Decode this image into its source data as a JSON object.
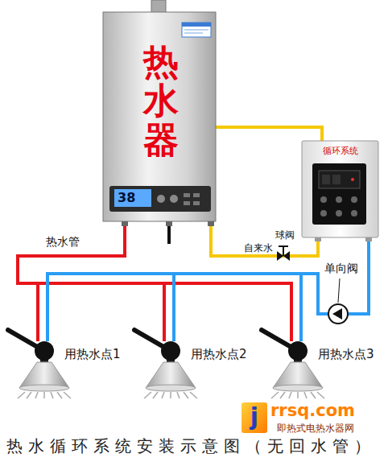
{
  "diagram": {
    "caption": "热水循环系统安装示意图（无回水管）",
    "nodes": [
      {
        "text": [
          "热水器"
        ]
      },
      {
        "text": [
          "循环系统"
        ]
      },
      {
        "text": [
          "用热水点1"
        ]
      },
      {
        "text": [
          "用热水点2"
        ]
      },
      {
        "text": [
          "用热水点3"
        ]
      }
    ],
    "edges": [
      {
        "from": 0,
        "to": 1,
        "arrow": "none"
      },
      {
        "from": 0,
        "to": 1,
        "arrow": "none"
      },
      {
        "from": 0,
        "to": 2,
        "arrow": "none"
      },
      {
        "from": 0,
        "to": 3,
        "arrow": "none"
      },
      {
        "from": 0,
        "to": 4,
        "arrow": "none"
      },
      {
        "from": 1,
        "to": 2,
        "arrow": "none"
      },
      {
        "from": 1,
        "to": 3,
        "arrow": "none"
      },
      {
        "from": 1,
        "to": 4,
        "arrow": "none"
      }
    ],
    "labels": [
      "热水管",
      "38",
      "自来水",
      "球阀",
      "单向阀",
      "j",
      "rrsq.com",
      "即热式电热水器网"
    ]
  }
}
